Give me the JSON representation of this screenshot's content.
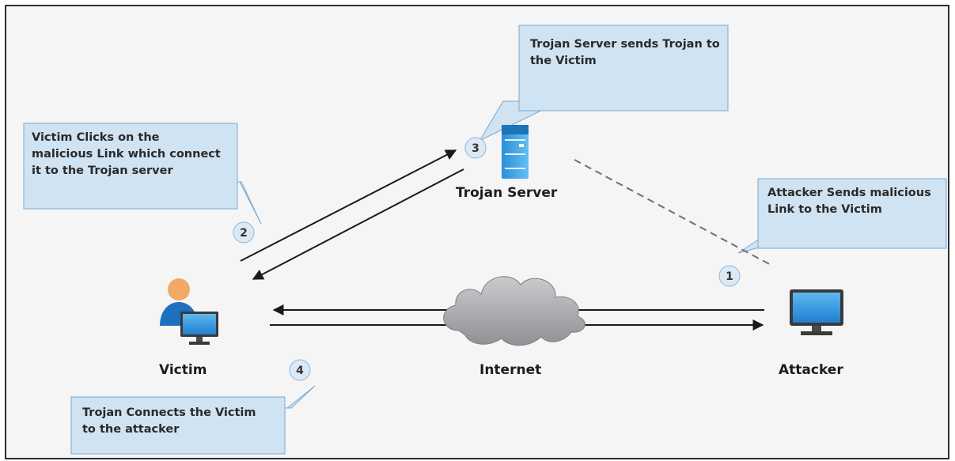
{
  "nodes": {
    "trojan_server": "Trojan Server",
    "victim": "Victim",
    "attacker": "Attacker",
    "internet": "Internet"
  },
  "callouts": {
    "step1": "Attacker Sends malicious Link to the Victim",
    "step2": "Victim Clicks on the malicious Link which connect it to the Trojan server",
    "step3": "Trojan Server sends Trojan to the Victim",
    "step4": "Trojan Connects the Victim to the attacker"
  },
  "step_numbers": [
    "1",
    "2",
    "3",
    "4"
  ],
  "colors": {
    "callout_fill": "#cfe3f3",
    "callout_border": "#7aa9cf",
    "badge_fill": "#dbe9f6",
    "arrow": "#1a1a1a",
    "cloud": "#a9abad",
    "monitor_blue": "#2b8fd8",
    "person_head": "#f2a965",
    "person_body": "#1f6fbf"
  }
}
